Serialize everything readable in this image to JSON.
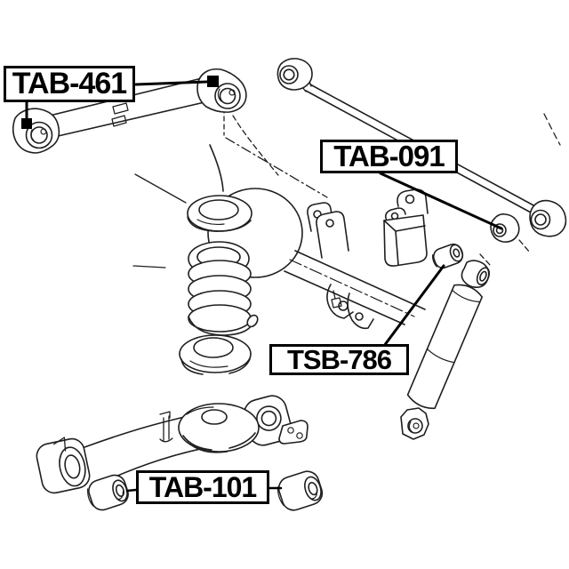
{
  "page": {
    "background": "#ffffff"
  },
  "colors": {
    "line": "#1f1f1f",
    "label_border": "#000000",
    "label_text": "#000000",
    "label_bg": "#ffffff",
    "marker": "#000000"
  },
  "labels": {
    "tab461": {
      "text": "TAB-461"
    },
    "tab091": {
      "text": "TAB-091"
    },
    "tsb786": {
      "text": "TSB-786"
    },
    "tab101": {
      "text": "TAB-101"
    }
  }
}
